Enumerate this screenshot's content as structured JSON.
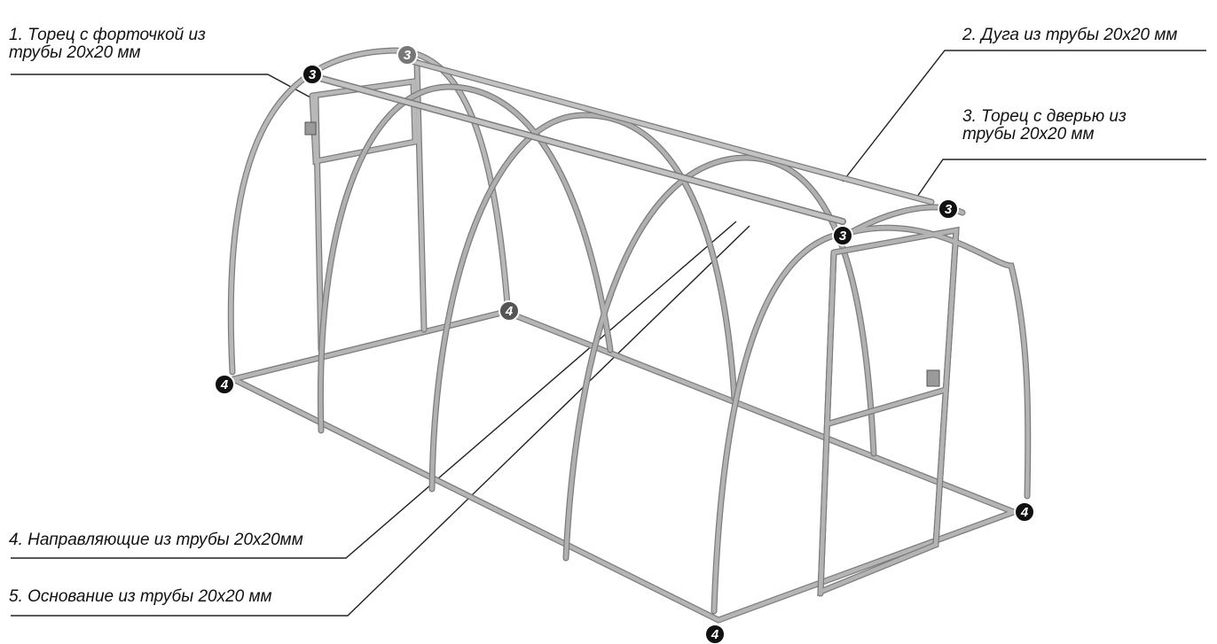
{
  "diagram": {
    "heading": "",
    "labels": {
      "end_with_vent": {
        "line1": "1. Торец с форточкой из",
        "line2": "трубы 20х20 мм"
      },
      "arc": {
        "line1": "2. Дуга из трубы 20х20 мм"
      },
      "end_with_door": {
        "line1": "3. Торец с дверью из",
        "line2": "трубы 20х20 мм"
      },
      "guides": {
        "line1": "4. Направляющие из трубы 20х20мм"
      },
      "base": {
        "line1": "5. Основание из трубы 20х20 мм"
      }
    },
    "markers": [
      "3",
      "3",
      "3",
      "3",
      "4",
      "4",
      "4",
      "4"
    ],
    "colors": {
      "frame": "#a9a9a9",
      "frame_edge": "#7c7c7c",
      "marker_fill": "#111111",
      "marker_text": "#ffffff",
      "leader": "#222222"
    }
  }
}
